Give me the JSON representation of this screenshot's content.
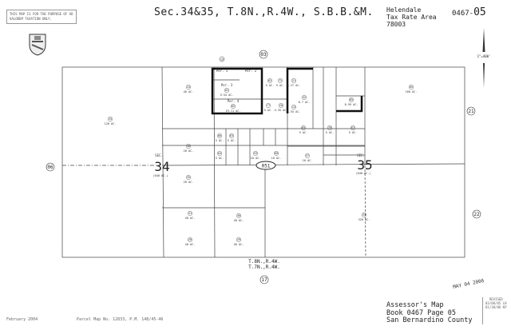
{
  "header": {
    "disclaimer": "THIS MAP IS FOR THE PURPOSE OF AD VALOREM TAXATION ONLY.",
    "title": "Sec.34&35, T.8N.,R.4W., S.B.B.&M.",
    "tax_rate_area": [
      "Helendale",
      "Tax Rate Area",
      "78003"
    ],
    "book": "0467-",
    "page": "05",
    "scale": "1\"=400'"
  },
  "adjacent_pages": {
    "north": "03",
    "north2": "19",
    "west": "06",
    "east_upper": "21",
    "east_lower": "22",
    "south": "17"
  },
  "sections": {
    "sec_label": "SEC.",
    "west_section": "34",
    "west_area": "(640 AC.)",
    "east_section": "35",
    "east_area": "(640 AC.)",
    "road_parcel": "051",
    "township_north": "T.8N.,R.4W.",
    "township_south": "T.7N.,R.4W."
  },
  "parcels": [
    {
      "num": "33",
      "acres": "120 AC."
    },
    {
      "num": "24",
      "acres": "40 AC."
    },
    {
      "num": "36",
      "acres": "20 AC."
    },
    {
      "num": "35",
      "acres": "20 AC."
    },
    {
      "num": "31",
      "acres": "40 AC."
    },
    {
      "num": "30",
      "acres": "40 AC."
    },
    {
      "num": "28",
      "acres": "40 AC."
    },
    {
      "num": "29",
      "acres": "40 AC."
    },
    {
      "num": "05",
      "acres": "160 AC."
    },
    {
      "num": "34",
      "acres": "320 AC."
    },
    {
      "num": "02",
      "acres": "19.11 AC.",
      "por": "Por. 4"
    },
    {
      "num": "01",
      "acres": "9.54 AC.",
      "por": "Por. 3"
    },
    {
      "num": "",
      "acres": "",
      "por": "Por. 1"
    },
    {
      "num": "",
      "acres": "",
      "por": "Por. 2"
    },
    {
      "num": "62",
      "acres": "5 AC."
    },
    {
      "num": "72",
      "acres": "5 AC."
    },
    {
      "num": "77",
      "acres": "5 AC."
    },
    {
      "num": "20",
      "acres": "4.35 AC."
    },
    {
      "num": "21",
      "acres": "4.27 AC."
    },
    {
      "num": "32",
      "acres": "8.7 AC."
    },
    {
      "num": "14",
      "acres": "4.55 AC."
    },
    {
      "num": "85",
      "acres": "8.99 AC."
    },
    {
      "num": "65",
      "acres": "5 AC."
    },
    {
      "num": "79",
      "acres": "5 AC."
    },
    {
      "num": "67",
      "acres": "5 AC."
    },
    {
      "num": "66",
      "acres": "5 AC."
    },
    {
      "num": "63",
      "acres": "5 AC."
    },
    {
      "num": "64",
      "acres": "5 AC."
    },
    {
      "num": "53",
      "acres": "10 AC."
    },
    {
      "num": "60",
      "acres": "10 AC."
    },
    {
      "num": "57",
      "acres": "10 AC."
    }
  ],
  "footer": {
    "date": "February 2004",
    "parcel_map": "Parcel Map No. 12833, P.M. 148/45-46",
    "assessor": [
      "Assessor's Map",
      "Book 0467 Page 05",
      "San Bernardino County"
    ],
    "stamp": "MAY 04 2006",
    "revised": [
      "REVISED",
      "03/08/05 LH",
      "01/30/06 KP"
    ]
  }
}
